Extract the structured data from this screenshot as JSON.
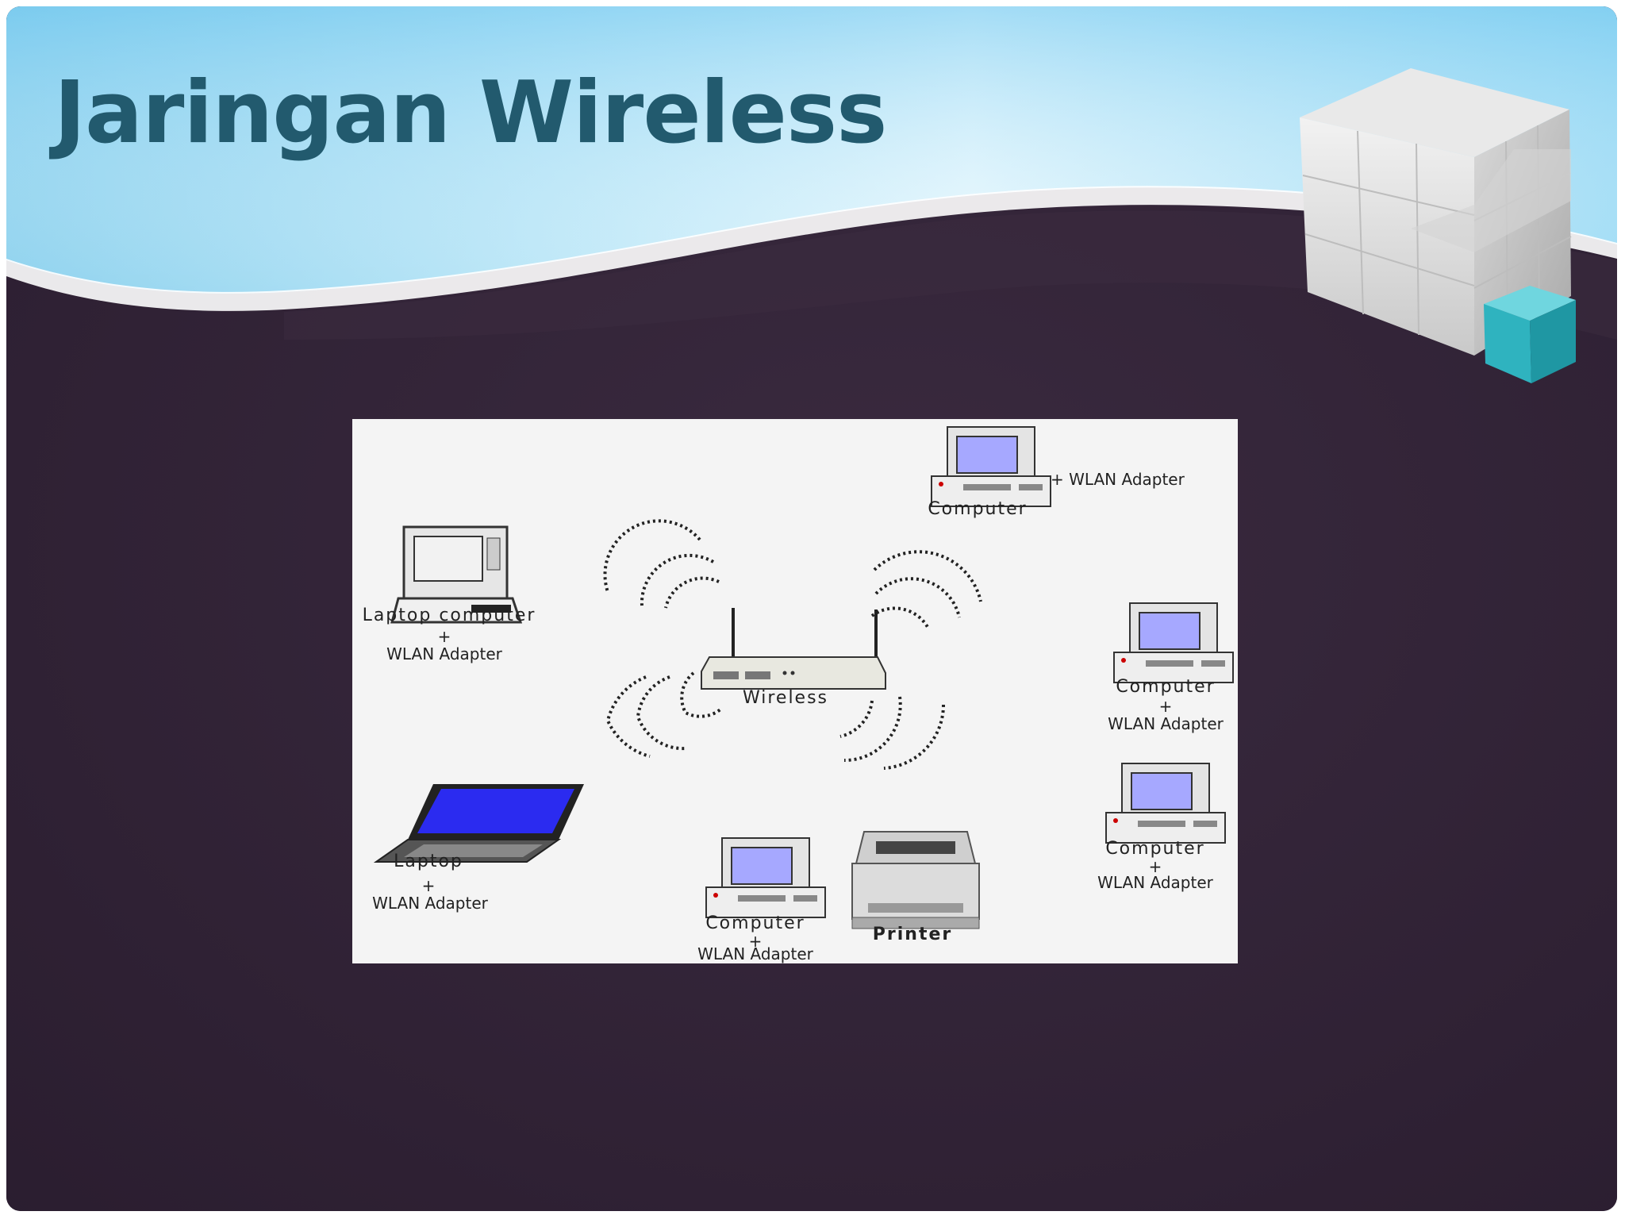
{
  "slide": {
    "title": "Jaringan Wireless",
    "colors": {
      "title": "#225a6e",
      "background": "#2f2133",
      "header_sky": "#8fd3f2",
      "cube_accent": "#2fb3bf"
    }
  },
  "diagram": {
    "center": {
      "label": "Wireless",
      "icon": "wireless-router-icon"
    },
    "nodes": [
      {
        "icon": "desktop-computer-icon",
        "label": "Computer",
        "adapter": "+ WLAN Adapter"
      },
      {
        "icon": "laptop-icon",
        "label": "Laptop computer",
        "plus": "+",
        "adapter": "WLAN Adapter"
      },
      {
        "icon": "desktop-computer-icon",
        "label": "Computer",
        "plus": "+",
        "adapter": "WLAN Adapter"
      },
      {
        "icon": "desktop-computer-icon",
        "label": "Computer",
        "plus": "+",
        "adapter": "WLAN Adapter"
      },
      {
        "icon": "laptop-icon",
        "label": "Laptop",
        "plus": "+",
        "adapter": "WLAN Adapter"
      },
      {
        "icon": "desktop-computer-icon",
        "label": "Computer",
        "plus": "+",
        "adapter": "WLAN Adapter"
      },
      {
        "icon": "printer-icon",
        "label": "Printer"
      }
    ]
  }
}
